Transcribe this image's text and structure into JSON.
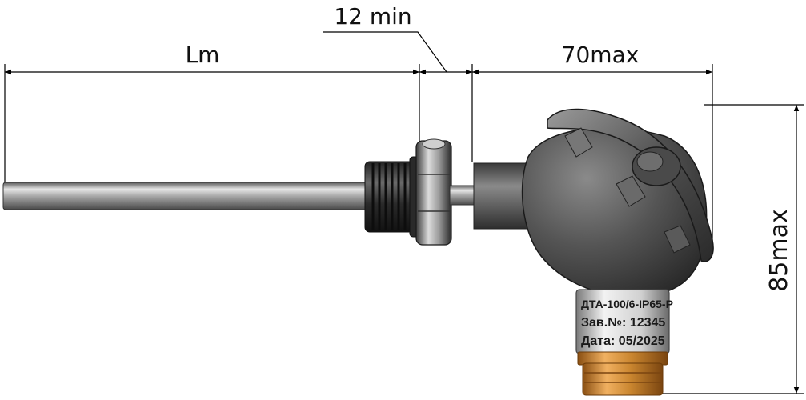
{
  "dimensions": {
    "length": "Lm",
    "thread_gap": "12 min",
    "head_width": "70max",
    "head_height": "85max"
  },
  "nameplate": {
    "line1": "ДТА-100/6-IP65-Р",
    "line2": "Зав.№: 12345",
    "line3": "Дата: 05/2025"
  },
  "colors": {
    "probe": "#8e8e8e",
    "head": "#4a4a4a",
    "brass": "#c9852f",
    "dimension": "#000000"
  }
}
